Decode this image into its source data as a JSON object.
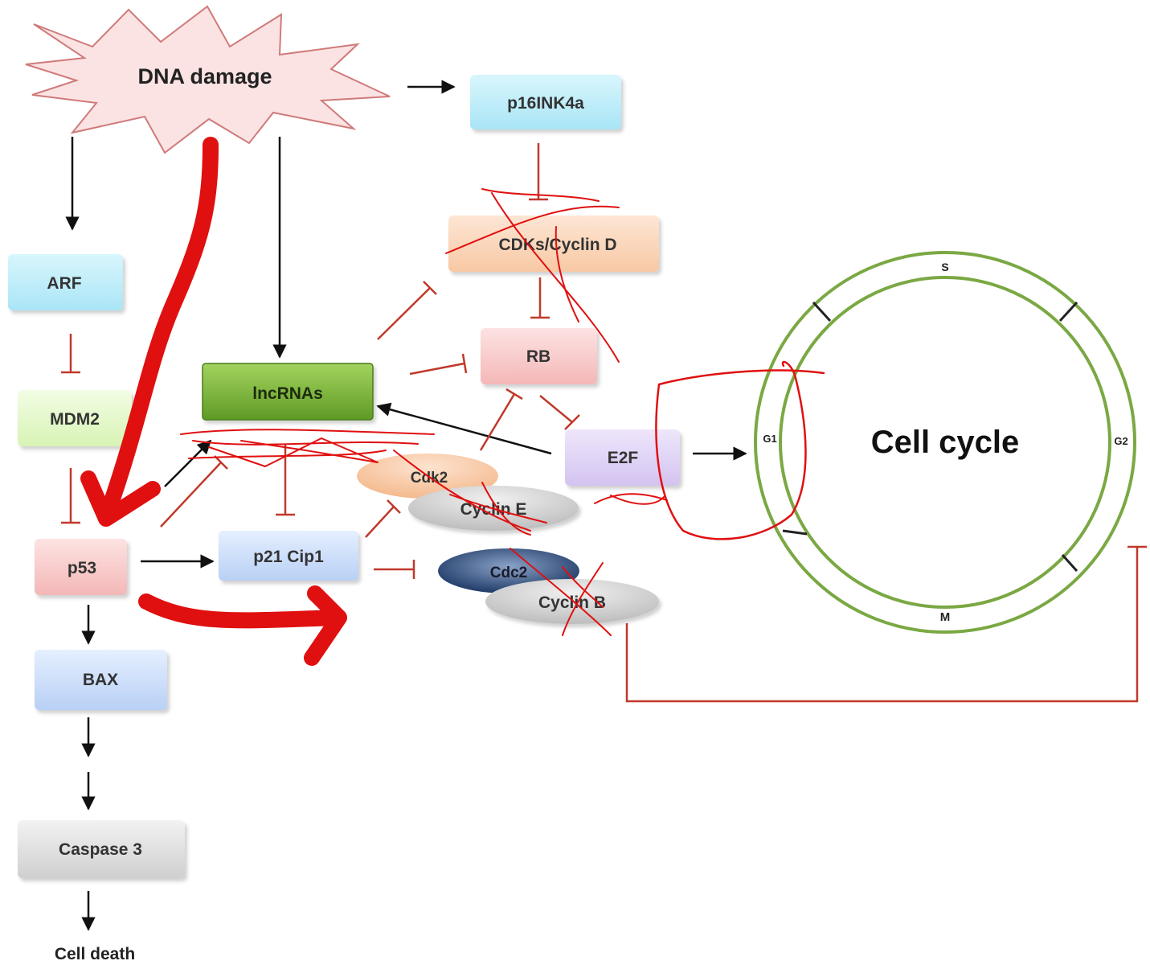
{
  "nodes": {
    "dna_damage": "DNA damage",
    "p16": "p16INK4a",
    "arf": "ARF",
    "mdm2": "MDM2",
    "cdks_cyclin_d": "CDKs/Cyclin D",
    "rb": "RB",
    "lncrnas": "lncRNAs",
    "e2f": "E2F",
    "p53": "p53",
    "p21": "p21 Cip1",
    "cdk2": "Cdk2",
    "cyclin_e": "Cyclin E",
    "cdc2": "Cdc2",
    "cyclin_b": "Cyclin B",
    "bax": "BAX",
    "caspase3": "Caspase 3",
    "cell_death": "Cell death"
  },
  "cell_cycle": {
    "title": "Cell cycle",
    "phase_s": "S",
    "phase_g1": "G1",
    "phase_g2": "G2",
    "phase_m": "M"
  },
  "colors": {
    "activation": "#111111",
    "inhibition": "#c0392b",
    "annotation": "#e01010",
    "cycle_ring": "#7aa843"
  }
}
